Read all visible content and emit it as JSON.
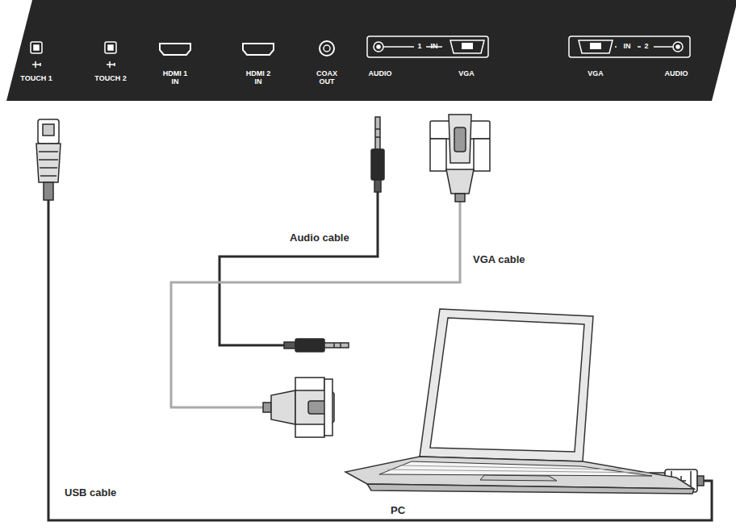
{
  "diagram": {
    "labels": [
      "TOUCH 1",
      "TOUCH 2",
      "HDMI 1 IN",
      "HDMI 2 IN",
      "COAX OUT",
      "1",
      "IN",
      "AUDIO",
      "VGA",
      "IN",
      "2",
      "VGA",
      "AUDIO",
      "Audio cable",
      "VGA cable",
      "USB cable",
      "PC"
    ]
  }
}
